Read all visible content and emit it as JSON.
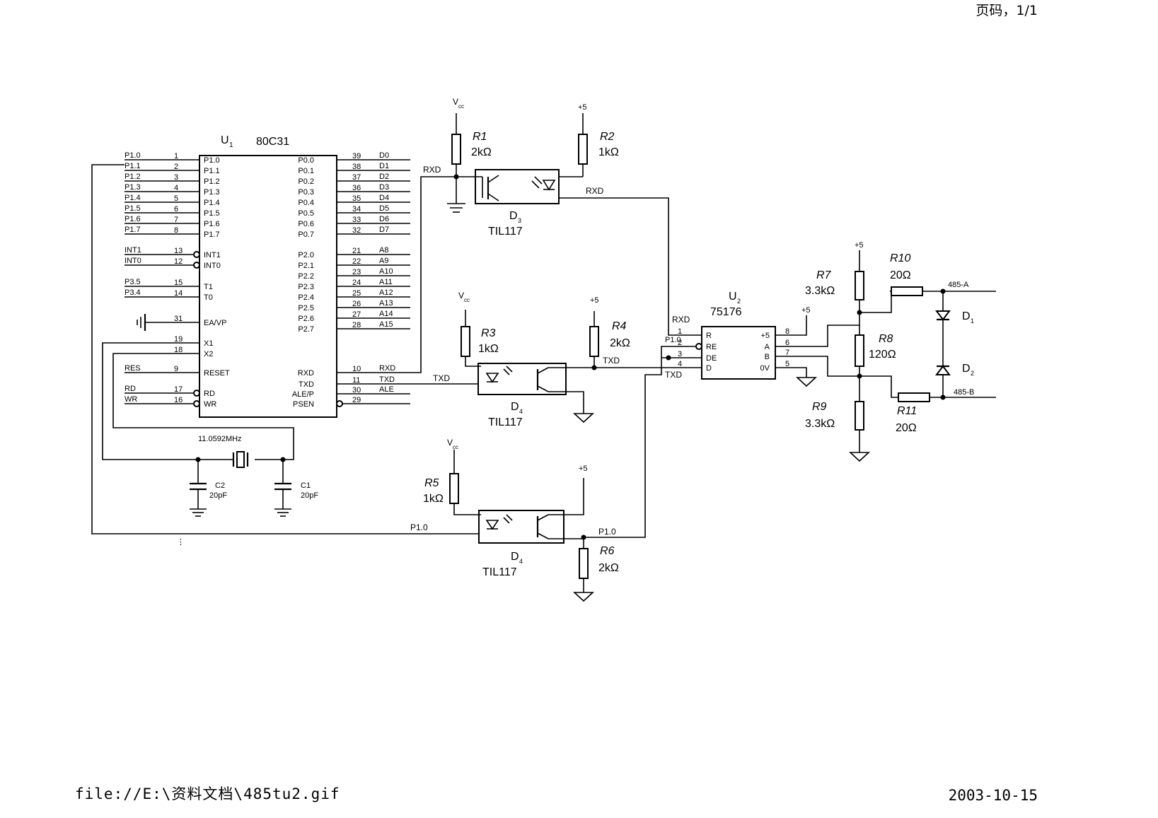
{
  "header": {
    "page_label": "页码，1/1"
  },
  "footer": {
    "file_path": "file://E:\\资料文档\\485tu2.gif",
    "date": "2003-10-15"
  },
  "u1": {
    "ref": "U",
    "ref_sub": "1",
    "part": "80C31",
    "left_pins": [
      {
        "num": "1",
        "name": "P1.0",
        "net": "P1.0"
      },
      {
        "num": "2",
        "name": "P1.1",
        "net": "P1.1"
      },
      {
        "num": "3",
        "name": "P1.2",
        "net": "P1.2"
      },
      {
        "num": "4",
        "name": "P1.3",
        "net": "P1.3"
      },
      {
        "num": "5",
        "name": "P1.4",
        "net": "P1.4"
      },
      {
        "num": "6",
        "name": "P1.5",
        "net": "P1.5"
      },
      {
        "num": "7",
        "name": "P1.6",
        "net": "P1.6"
      },
      {
        "num": "8",
        "name": "P1.7",
        "net": "P1.7"
      },
      {
        "num": "13",
        "name": "INT1",
        "net": "INT1"
      },
      {
        "num": "12",
        "name": "INT0",
        "net": "INT0"
      },
      {
        "num": "15",
        "name": "T1",
        "net": "P3.5"
      },
      {
        "num": "14",
        "name": "T0",
        "net": "P3.4"
      },
      {
        "num": "31",
        "name": "EA/VP",
        "net": ""
      },
      {
        "num": "19",
        "name": "X1",
        "net": ""
      },
      {
        "num": "18",
        "name": "X2",
        "net": ""
      },
      {
        "num": "9",
        "name": "RESET",
        "net": "RES"
      },
      {
        "num": "17",
        "name": "RD",
        "net": "RD"
      },
      {
        "num": "16",
        "name": "WR",
        "net": "WR"
      }
    ],
    "right_pins": [
      {
        "num": "39",
        "name": "P0.0",
        "net": "D0"
      },
      {
        "num": "38",
        "name": "P0.1",
        "net": "D1"
      },
      {
        "num": "37",
        "name": "P0.2",
        "net": "D2"
      },
      {
        "num": "36",
        "name": "P0.3",
        "net": "D3"
      },
      {
        "num": "35",
        "name": "P0.4",
        "net": "D4"
      },
      {
        "num": "34",
        "name": "P0.5",
        "net": "D5"
      },
      {
        "num": "33",
        "name": "P0.6",
        "net": "D6"
      },
      {
        "num": "32",
        "name": "P0.7",
        "net": "D7"
      },
      {
        "num": "21",
        "name": "P2.0",
        "net": "A8"
      },
      {
        "num": "22",
        "name": "P2.1",
        "net": "A9"
      },
      {
        "num": "23",
        "name": "P2.2",
        "net": "A10"
      },
      {
        "num": "24",
        "name": "P2.3",
        "net": "A11"
      },
      {
        "num": "25",
        "name": "P2.4",
        "net": "A12"
      },
      {
        "num": "26",
        "name": "P2.5",
        "net": "A13"
      },
      {
        "num": "27",
        "name": "P2.6",
        "net": "A14"
      },
      {
        "num": "28",
        "name": "P2.7",
        "net": "A15"
      },
      {
        "num": "10",
        "name": "RXD",
        "net": "RXD"
      },
      {
        "num": "11",
        "name": "TXD",
        "net": "TXD"
      },
      {
        "num": "30",
        "name": "ALE/P",
        "net": "ALE"
      },
      {
        "num": "29",
        "name": "PSEN",
        "net": ""
      }
    ]
  },
  "crystal": {
    "freq": "11.0592MHz"
  },
  "caps": {
    "c2_ref": "C2",
    "c2_val": "20pF",
    "c1_ref": "C1",
    "c1_val": "20pF"
  },
  "resistors": {
    "r1": {
      "ref": "R1",
      "val": "2kΩ"
    },
    "r2": {
      "ref": "R2",
      "val": "1kΩ"
    },
    "r3": {
      "ref": "R3",
      "val": "1kΩ"
    },
    "r4": {
      "ref": "R4",
      "val": "2kΩ"
    },
    "r5": {
      "ref": "R5",
      "val": "1kΩ"
    },
    "r6": {
      "ref": "R6",
      "val": "2kΩ"
    },
    "r7": {
      "ref": "R7",
      "val": "3.3kΩ"
    },
    "r8": {
      "ref": "R8",
      "val": "120Ω"
    },
    "r9": {
      "ref": "R9",
      "val": "3.3kΩ"
    },
    "r10": {
      "ref": "R10",
      "val": "20Ω"
    },
    "r11": {
      "ref": "R11",
      "val": "20Ω"
    }
  },
  "optos": {
    "d3": {
      "ref": "D",
      "sub": "3",
      "part": "TIL117"
    },
    "d4a": {
      "ref": "D",
      "sub": "4",
      "part": "TIL117"
    },
    "d4b": {
      "ref": "D",
      "sub": "4",
      "part": "TIL117"
    }
  },
  "u2": {
    "ref": "U",
    "ref_sub": "2",
    "part": "75176",
    "left_pins": [
      {
        "num": "1",
        "name": "R"
      },
      {
        "num": "2",
        "name": "RE"
      },
      {
        "num": "3",
        "name": "DE"
      },
      {
        "num": "4",
        "name": "D"
      }
    ],
    "right_pins": [
      {
        "num": "8",
        "name": "+5"
      },
      {
        "num": "6",
        "name": "A"
      },
      {
        "num": "7",
        "name": "B"
      },
      {
        "num": "5",
        "name": "0V"
      }
    ]
  },
  "diodes": {
    "d1": {
      "ref": "D",
      "sub": "1"
    },
    "d2": {
      "ref": "D",
      "sub": "2"
    }
  },
  "power": {
    "vcc": "V",
    "vcc_sub": "cc",
    "plus5": "+5"
  },
  "nets": {
    "rxd": "RXD",
    "txd": "TXD",
    "p10": "P1.0",
    "a485": "485-A",
    "b485": "485-B"
  }
}
